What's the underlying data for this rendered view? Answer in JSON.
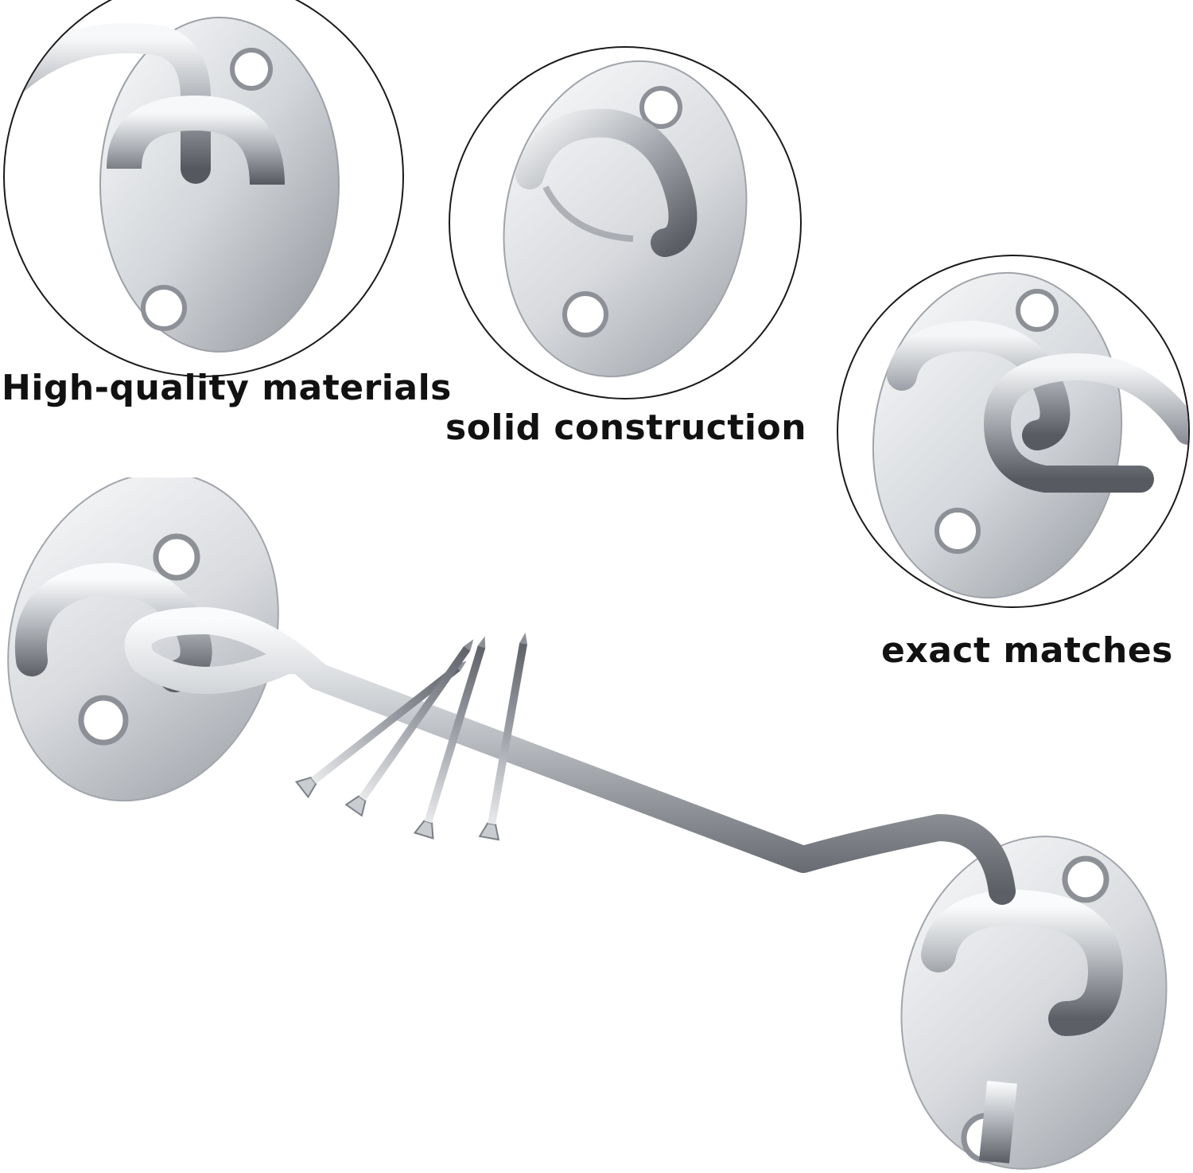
{
  "captions": {
    "materials": "High-quality materials",
    "construction": "solid construction",
    "matches": "exact matches"
  },
  "colors": {
    "steel_light": "#f2f3f5",
    "steel_mid": "#c4c7cc",
    "steel_dark": "#6d7178",
    "outline": "#1a1a1a",
    "text": "#111111"
  }
}
